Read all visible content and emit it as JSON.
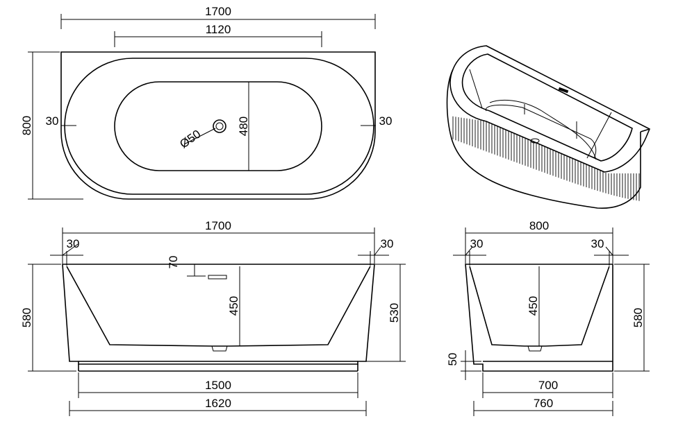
{
  "top_view": {
    "overall_length": "1700",
    "inner_length": "1120",
    "overall_width": "800",
    "left_wall": "30",
    "right_wall": "30",
    "drain_diameter": "Ø50",
    "inner_width": "480"
  },
  "front_view": {
    "overall_length": "1700",
    "left_rim": "30",
    "right_rim": "30",
    "overflow_offset": "70",
    "inner_depth": "450",
    "overall_height": "580",
    "wall_height": "530",
    "base_length": "1500",
    "bottom_length": "1620"
  },
  "side_view": {
    "overall_width": "800",
    "left_rim": "30",
    "right_rim": "30",
    "inner_depth": "450",
    "plinth_height": "50",
    "overall_height": "580",
    "base_width": "700",
    "bottom_width": "760"
  }
}
